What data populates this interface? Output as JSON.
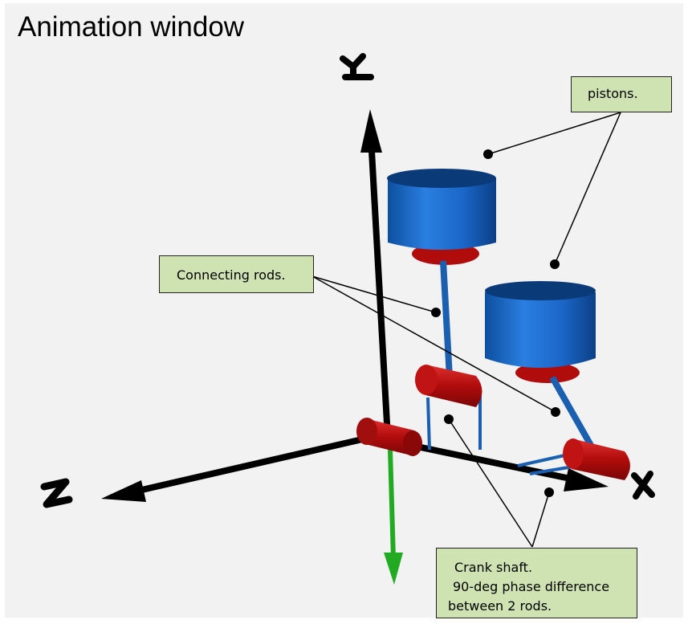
{
  "window": {
    "title": "Animation window",
    "background": "#f2f2f2"
  },
  "axes": {
    "y_label": "Y",
    "z_label": "Z",
    "x_label": "X",
    "axis_color": "#000000",
    "down_axis_color": "#22aa22"
  },
  "callouts": {
    "pistons": "pistons.",
    "connecting_rods": "Connecting rods.",
    "crank_shaft": [
      "Crank shaft.",
      "90-deg phase difference",
      "between 2 rods."
    ],
    "box_color": "#cfe3b2"
  },
  "parts": {
    "piston_color": "#1a68c4",
    "crank_color": "#c01010",
    "rod_color": "#1a5fb0"
  }
}
